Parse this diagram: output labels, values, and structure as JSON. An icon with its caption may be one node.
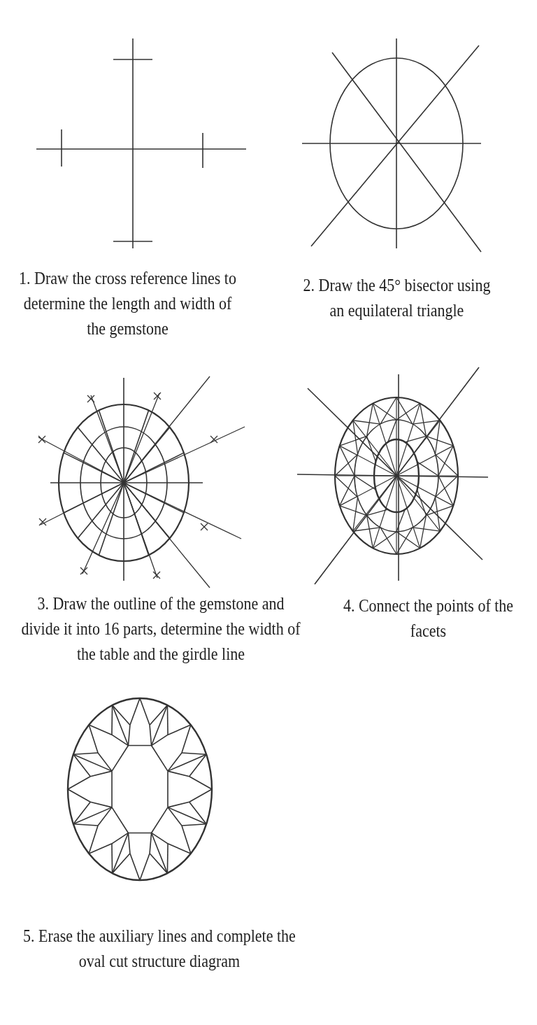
{
  "diagram": {
    "labels": [
      "1. Draw the cross reference lines to determine the length and width of the gemstone",
      "2. Draw the 45° bisector using an equilateral triangle",
      "3. Draw the outline of the gemstone and divide it into 16 parts, determine the width of the table and the girdle line",
      "4. Connect the points of the facets",
      "5. Erase the auxiliary lines and complete the oval cut structure diagram"
    ]
  }
}
